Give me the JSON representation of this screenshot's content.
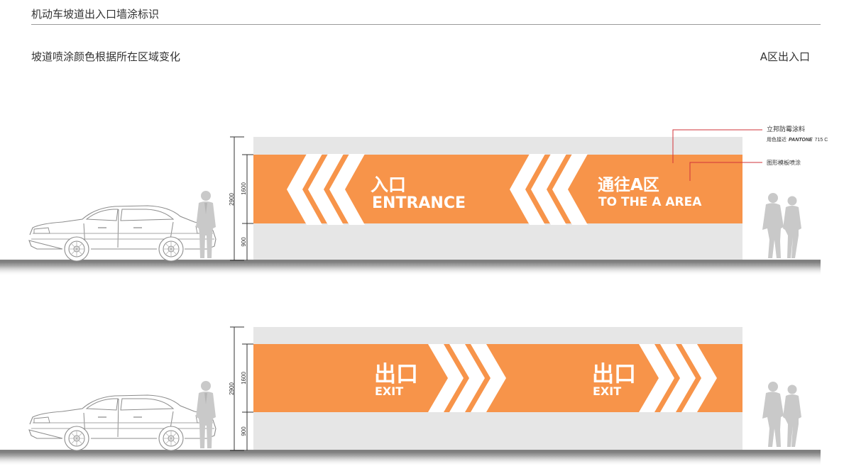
{
  "header": {
    "title": "机动车坡道出入口墙涂标识",
    "subtitle": "坡道喷涂颜色根据所在区域变化",
    "area_label": "A区出入口"
  },
  "colors": {
    "orange": "#f7944a",
    "wall": "#e6e6e6",
    "ground": "#7f7f7f",
    "callout_line": "#d2333a"
  },
  "callouts": {
    "paint_line1": "立邦防霉涂料",
    "paint_line2_prefix": "用色接近",
    "paint_pantone": "PANTONE",
    "paint_code": "715 C",
    "stencil": "图形模板喷涂"
  },
  "dimensions": {
    "total": "2900",
    "band": "1600",
    "base": "900"
  },
  "entrance_wall": {
    "sign1_cn": "入口",
    "sign1_en": "ENTRANCE",
    "sign2_cn": "通往A区",
    "sign2_en": "TO THE A AREA"
  },
  "exit_wall": {
    "sign1_cn": "出口",
    "sign1_en": "EXIT",
    "sign2_cn": "出口",
    "sign2_en": "EXIT"
  },
  "icons": {
    "car": "sedan-car-icon",
    "person": "standing-man-icon",
    "couple": "walking-couple-icon",
    "chevron_left": "chevron-left-icon",
    "chevron_right": "chevron-right-icon"
  }
}
